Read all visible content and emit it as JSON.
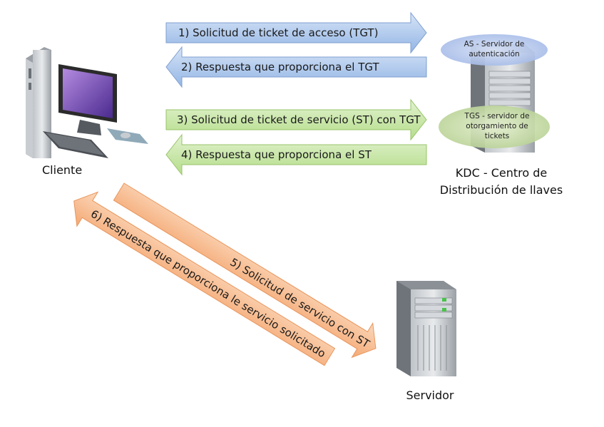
{
  "nodes": {
    "client": {
      "label": "Cliente"
    },
    "kdc": {
      "label_line1": "KDC - Centro de",
      "label_line2": "Distribución de llaves",
      "as": {
        "line1": "AS - Servidor de",
        "line2": "autenticación"
      },
      "tgs": {
        "line1": "TGS - servidor de",
        "line2": "otorgamiento de",
        "line3": "tickets"
      }
    },
    "server": {
      "label": "Servidor"
    }
  },
  "arrows": [
    {
      "id": 1,
      "label": "1) Solicitud de ticket de acceso (TGT)",
      "color": "#a9c5ec"
    },
    {
      "id": 2,
      "label": "2) Respuesta que proporciona el TGT",
      "color": "#a9c5ec"
    },
    {
      "id": 3,
      "label": "3) Solicitud de ticket de servicio (ST) con TGT",
      "color": "#c6e6a4"
    },
    {
      "id": 4,
      "label": "4) Respuesta que proporciona el ST",
      "color": "#c6e6a4"
    },
    {
      "id": 5,
      "label": "5) Solicitud de servicio con ST",
      "color": "#f8c197"
    },
    {
      "id": 6,
      "label": "6) Respuesta que proporciona le servicio solicitado",
      "color": "#f8c197"
    }
  ]
}
